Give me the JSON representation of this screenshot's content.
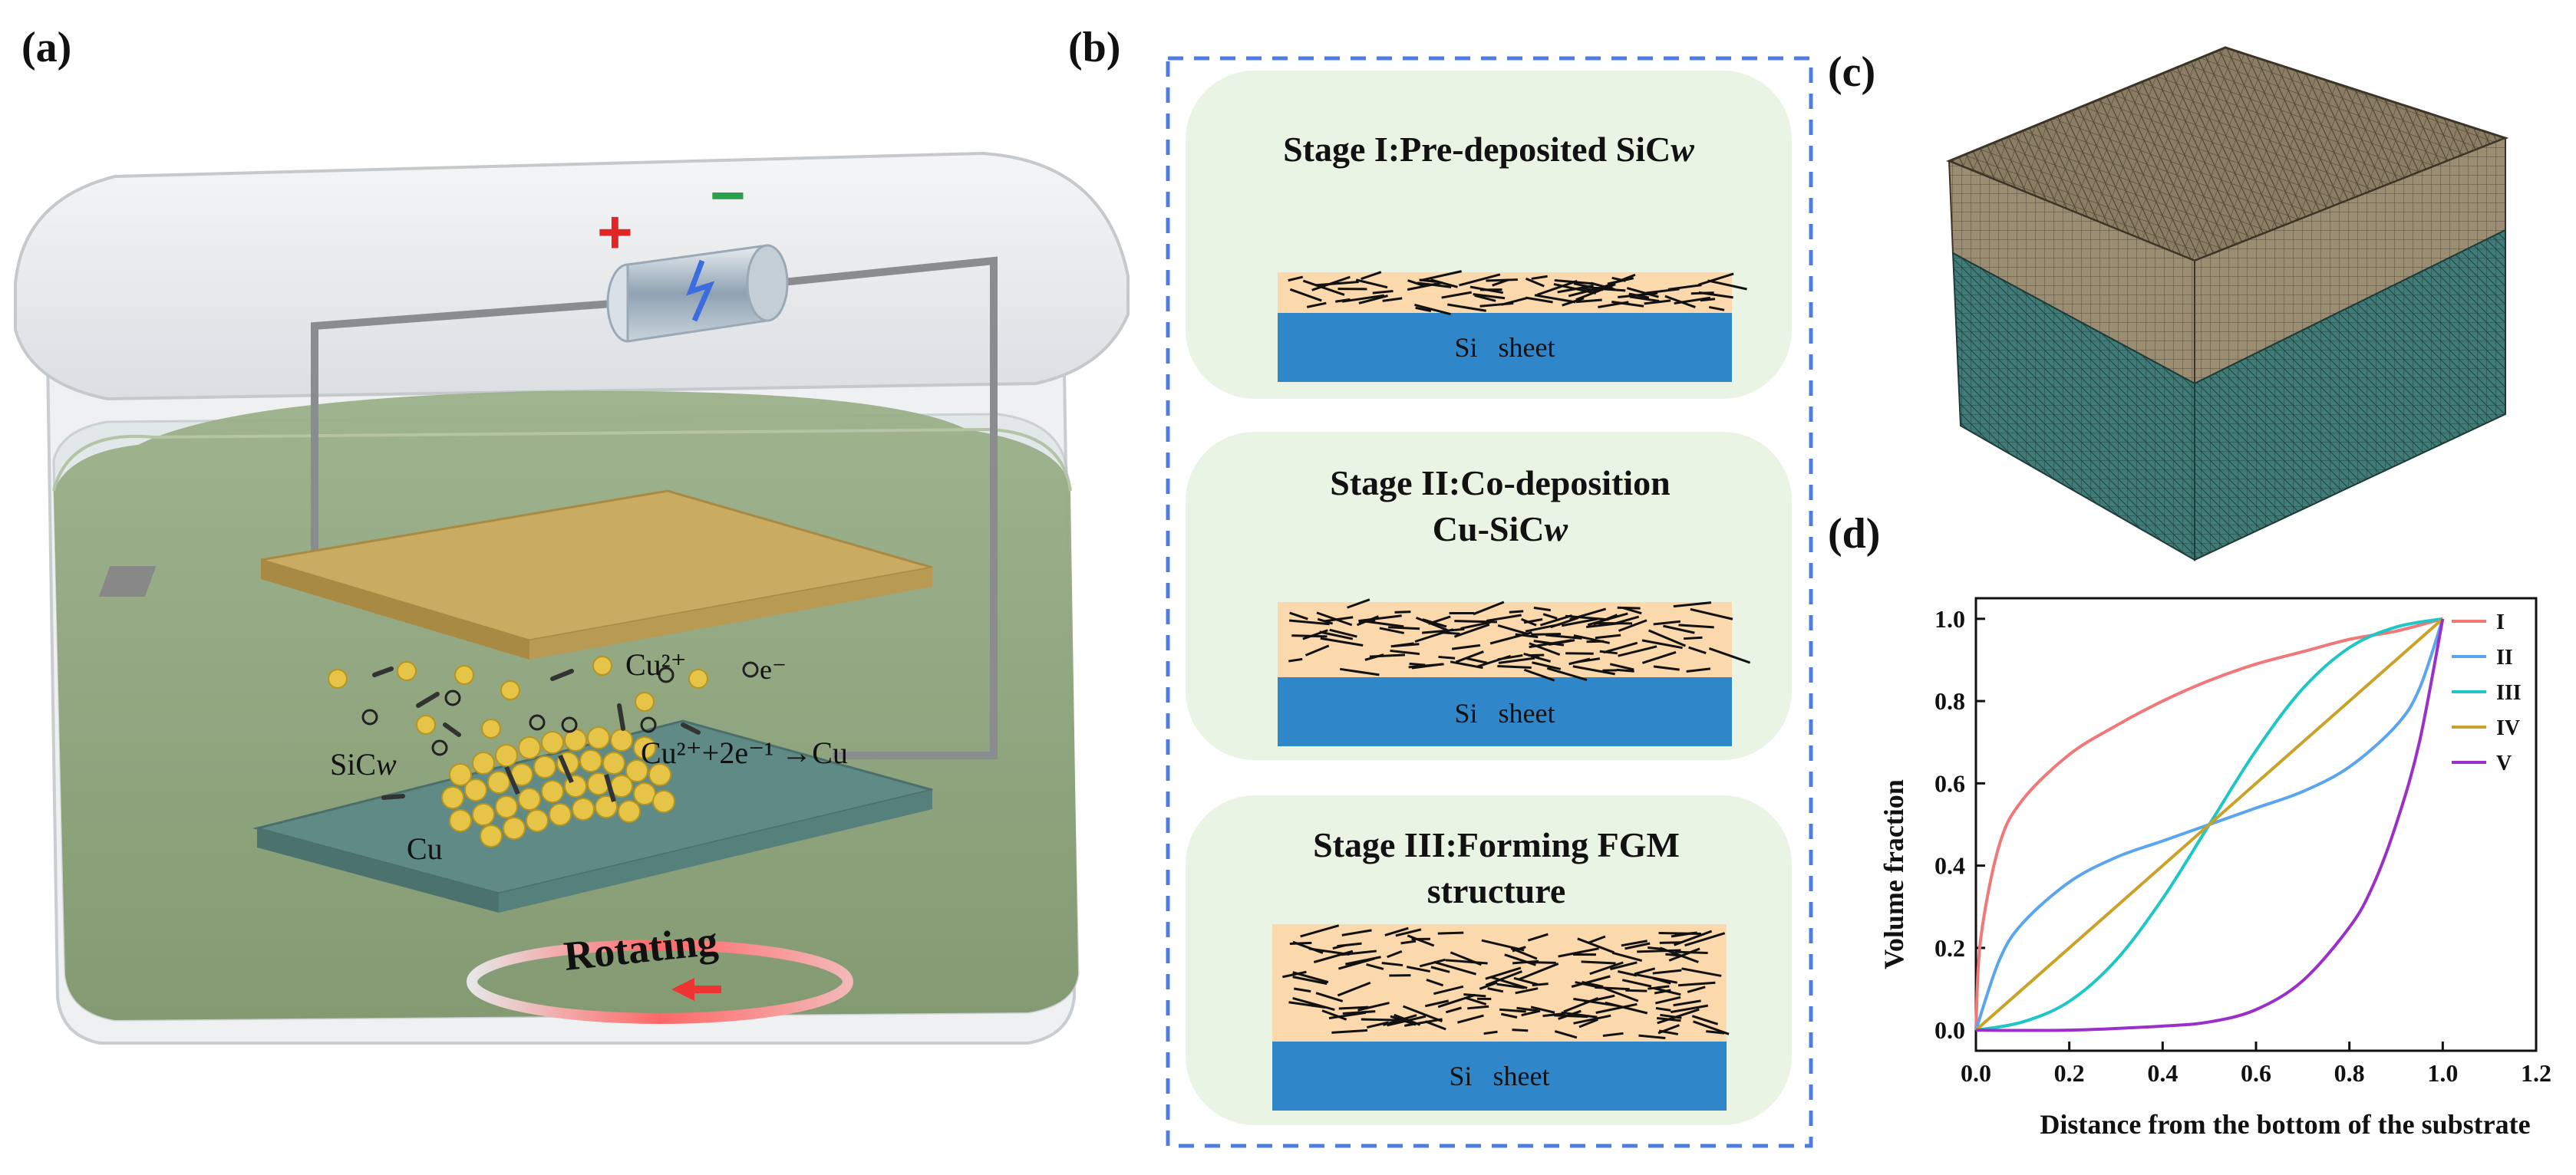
{
  "panels": {
    "a": {
      "label": "(a)",
      "terminals": {
        "plus": "+",
        "minus": "−"
      },
      "ion_label": "Cu²⁺",
      "electron_label": "e⁻",
      "sic_label_prefix": "SiC",
      "sic_label_suffix": "w",
      "reaction": "Cu²⁺+2e⁻¹ →Cu",
      "cu_label": "Cu",
      "rotating_label": "Rotating"
    },
    "b": {
      "label": "(b)",
      "stages": [
        {
          "line1_prefix": "Stage I:Pre-deposited SiC",
          "line1_italic": "w",
          "line2_prefix": "",
          "line2_italic": "",
          "sheet": "Si   sheet"
        },
        {
          "line1_prefix": "Stage II:Co-deposition",
          "line1_italic": "",
          "line2_prefix": "Cu-SiC",
          "line2_italic": "w",
          "sheet": "Si   sheet"
        },
        {
          "line1_prefix": "Stage III:Forming FGM",
          "line1_italic": "",
          "line2_prefix": "structure",
          "line2_italic": "",
          "sheet": "Si   sheet"
        }
      ]
    },
    "c": {
      "label": "(c)"
    },
    "d": {
      "label": "(d)"
    }
  },
  "chart_data": {
    "type": "line",
    "xlabel": "Distance from the bottom of the substrate",
    "ylabel": "Volume fraction",
    "xlim": [
      0.0,
      1.2
    ],
    "ylim": [
      0.0,
      1.0
    ],
    "xticks": [
      "0.0",
      "0.2",
      "0.4",
      "0.6",
      "0.8",
      "1.0",
      "1.2"
    ],
    "yticks": [
      "0.0",
      "0.2",
      "0.4",
      "0.6",
      "0.8",
      "1.0"
    ],
    "legend_position": "top-right",
    "series": [
      {
        "name": "I",
        "color": "#f07878",
        "x": [
          0,
          0.01,
          0.05,
          0.1,
          0.2,
          0.3,
          0.4,
          0.5,
          0.6,
          0.7,
          0.8,
          0.9,
          1.0
        ],
        "y": [
          0,
          0.22,
          0.45,
          0.56,
          0.67,
          0.74,
          0.8,
          0.85,
          0.89,
          0.92,
          0.95,
          0.97,
          1.0
        ]
      },
      {
        "name": "II",
        "color": "#5aa5ee",
        "x": [
          0,
          0.05,
          0.1,
          0.2,
          0.3,
          0.4,
          0.5,
          0.6,
          0.7,
          0.8,
          0.9,
          0.95,
          1.0
        ],
        "y": [
          0,
          0.17,
          0.26,
          0.36,
          0.42,
          0.46,
          0.5,
          0.54,
          0.58,
          0.64,
          0.74,
          0.83,
          1.0
        ]
      },
      {
        "name": "III",
        "color": "#1fc6c6",
        "x": [
          0,
          0.1,
          0.2,
          0.3,
          0.4,
          0.5,
          0.6,
          0.7,
          0.8,
          0.9,
          1.0
        ],
        "y": [
          0,
          0.02,
          0.07,
          0.17,
          0.32,
          0.5,
          0.68,
          0.83,
          0.93,
          0.98,
          1.0
        ]
      },
      {
        "name": "IV",
        "color": "#c9a227",
        "x": [
          0,
          0.5,
          1.0
        ],
        "y": [
          0,
          0.5,
          1.0
        ]
      },
      {
        "name": "V",
        "color": "#9b30c9",
        "x": [
          0,
          0.2,
          0.4,
          0.5,
          0.6,
          0.7,
          0.8,
          0.85,
          0.9,
          0.95,
          1.0
        ],
        "y": [
          0,
          0.0,
          0.01,
          0.02,
          0.05,
          0.12,
          0.25,
          0.35,
          0.5,
          0.7,
          1.0
        ]
      }
    ]
  }
}
